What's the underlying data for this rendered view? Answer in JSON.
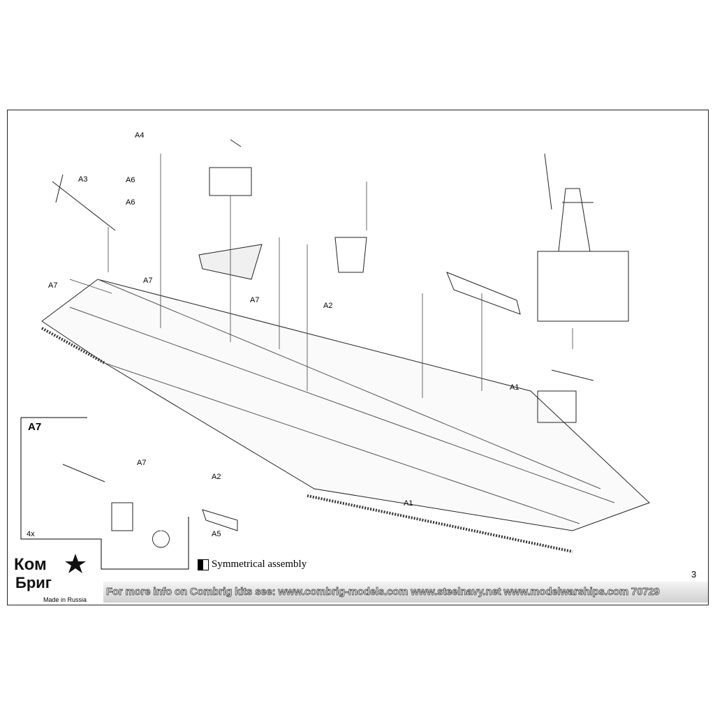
{
  "page_number": "3",
  "footer": {
    "text": "For more info on Combrig kits see: www.combrig-models.com www.steelnavy.net  www.modelwarships.com  70729"
  },
  "logo": {
    "brand": "Ком Бриг",
    "made_in": "Made in Russia"
  },
  "legend": {
    "symmetrical_assembly": "Symmetrical assembly",
    "icon": "symmetry-icon"
  },
  "inset": {
    "title": "A7",
    "quantity": "4x"
  },
  "part_labels": [
    "A4",
    "A3",
    "A6",
    "A6",
    "A7",
    "A7",
    "A7",
    "A2",
    "A1",
    "A2",
    "A7",
    "A5",
    "A1"
  ]
}
